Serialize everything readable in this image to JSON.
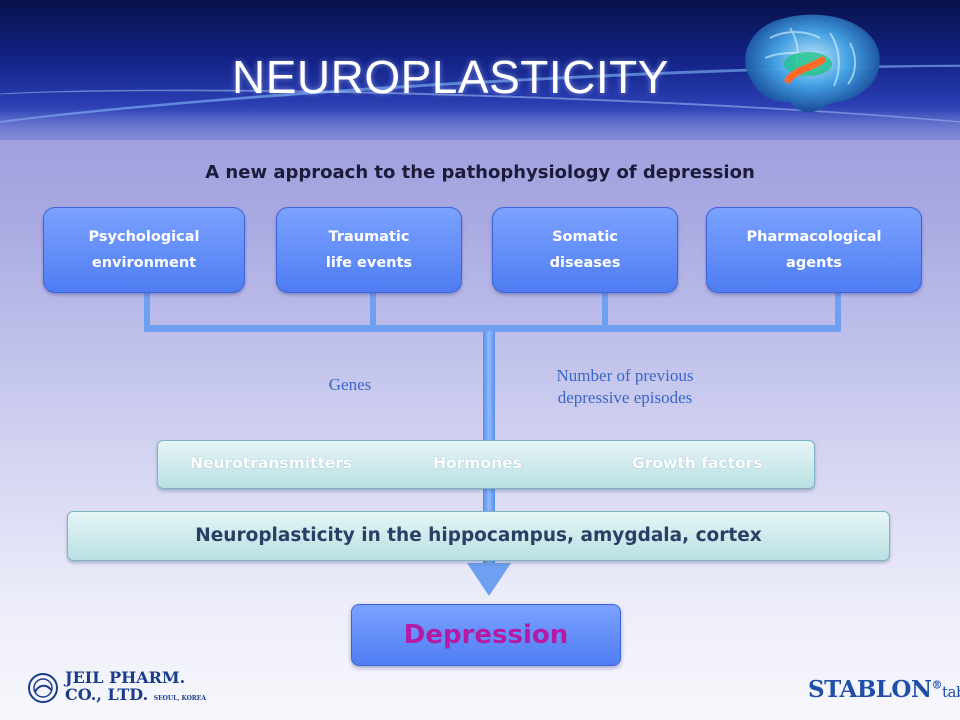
{
  "header": {
    "title": "NEUROPLASTICITY"
  },
  "subtitle": "A new approach to the pathophysiology of depression",
  "factors": [
    {
      "label": "Psychological\nenvironment"
    },
    {
      "label": "Traumatic\nlife events"
    },
    {
      "label": "Somatic\ndiseases"
    },
    {
      "label": "Pharmacological\nagents"
    }
  ],
  "modifiers": {
    "genes": "Genes",
    "previous_episodes": "Number of previous\ndepressive episodes"
  },
  "mediators": {
    "neurotransmitters": "Neurotransmitters",
    "hormones": "Hormones",
    "growth_factors": "Growth factors"
  },
  "neuroplasticity": "Neuroplasticity in the hippocampus, amygdala, cortex",
  "outcome": "Depression",
  "logos": {
    "company": "JEIL PHARM.\nCO., LTD.",
    "company_city": "SEOUL, KOREA",
    "product": "STABLON",
    "product_mark": "®",
    "product_suffix": "tab."
  },
  "colors": {
    "factor_box": "#5b86f5",
    "connector": "#6f9ff0",
    "outcome_text": "#b51aa5",
    "mediator_bar": "#c8e8ea",
    "label_text": "#3a66c8"
  }
}
